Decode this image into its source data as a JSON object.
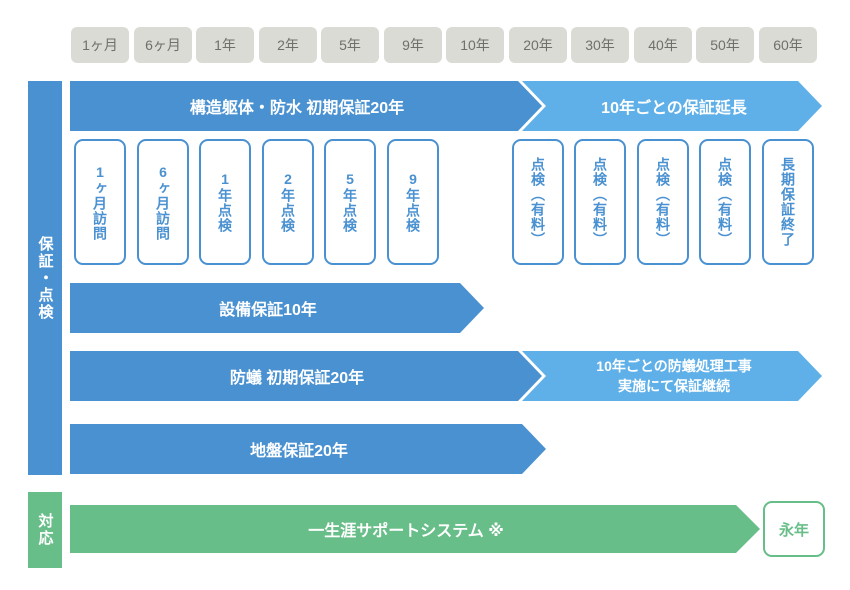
{
  "timeline": {
    "items": [
      "1ヶ月",
      "6ヶ月",
      "1年",
      "2年",
      "5年",
      "9年",
      "10年",
      "20年",
      "30年",
      "40年",
      "50年",
      "60年"
    ]
  },
  "sidebar": {
    "warranty_label": "保証・点検",
    "support_label": "対応"
  },
  "rows": {
    "structure": {
      "main": "構造躯体・防水 初期保証20年",
      "extension": "10年ごとの保証延長"
    },
    "inspections": [
      "1ヶ月訪問",
      "6ヶ月訪問",
      "1年点検",
      "2年点検",
      "5年点検",
      "9年点検"
    ],
    "paid_inspections": [
      "点検（有料）",
      "点検（有料）",
      "点検（有料）",
      "点検（有料）"
    ],
    "end_label": "長期保証終了",
    "equipment": "設備保証10年",
    "termite": {
      "main": "防蟻 初期保証20年",
      "extension_line1": "10年ごとの防蟻処理工事",
      "extension_line2": "実施にて保証継続"
    },
    "ground": "地盤保証20年",
    "support": {
      "main": "一生涯サポートシステム ※",
      "end": "永年"
    }
  },
  "colors": {
    "primary_blue": "#4a91d1",
    "light_blue": "#5fb0e8",
    "green": "#68be88",
    "timeline_bg": "#dbdbd6",
    "timeline_text": "#70706a",
    "white": "#ffffff"
  }
}
